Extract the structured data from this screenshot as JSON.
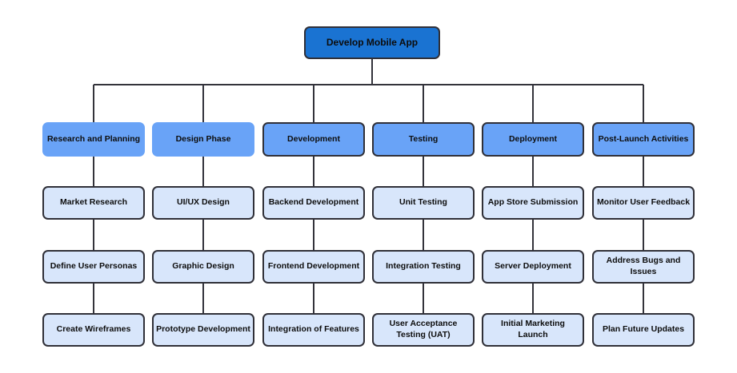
{
  "root": {
    "label": "Develop Mobile App"
  },
  "columns": [
    {
      "header": "Research and Planning",
      "children": [
        "Market Research",
        "Define User Personas",
        "Create Wireframes"
      ]
    },
    {
      "header": "Design Phase",
      "children": [
        "UI/UX Design",
        "Graphic Design",
        "Prototype Development"
      ]
    },
    {
      "header": "Development",
      "children": [
        "Backend Development",
        "Frontend Development",
        "Integration of Features"
      ]
    },
    {
      "header": "Testing",
      "children": [
        "Unit Testing",
        "Integration Testing",
        "User Acceptance Testing (UAT)"
      ]
    },
    {
      "header": "Deployment",
      "children": [
        "App Store Submission",
        "Server Deployment",
        "Initial Marketing Launch"
      ]
    },
    {
      "header": "Post-Launch Activities",
      "children": [
        "Monitor User Feedback",
        "Address Bugs and Issues",
        "Plan Future Updates"
      ]
    }
  ],
  "colors": {
    "canvas_bg": "#ffffff",
    "root_fill": "#1a73d2",
    "header_fill": "#69a3f7",
    "leaf_fill": "#d8e6fb",
    "border": "#303038",
    "connector": "#33333b"
  }
}
